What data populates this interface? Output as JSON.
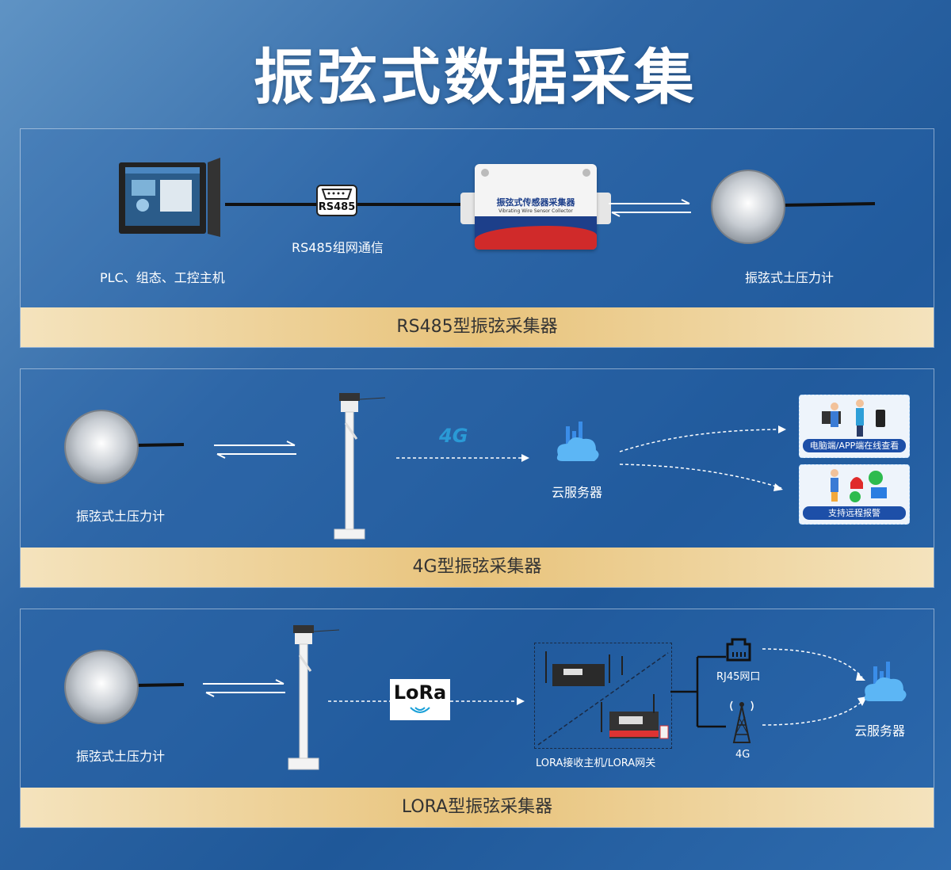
{
  "title": "振弦式数据采集",
  "panel1": {
    "footer": "RS485型振弦采集器",
    "host_label": "PLC、组态、工控主机",
    "rs485_badge": "RS485",
    "comm_label": "RS485组网通信",
    "collector_title": "振弦式传感器采集器",
    "collector_subtitle": "Vibrating Wire Sensor Collector",
    "sensor_label": "振弦式土压力计"
  },
  "panel2": {
    "footer": "4G型振弦采集器",
    "sensor_label": "振弦式土压力计",
    "badge_4g": "4G",
    "cloud_label": "云服务器",
    "view_label": "电脑端/APP端在线查看",
    "alarm_label": "支持远程报警"
  },
  "panel3": {
    "footer": "LORA型振弦采集器",
    "sensor_label": "振弦式土压力计",
    "lora_badge": "LoRa",
    "gateway_label": "LORA接收主机/LORA网关",
    "rj45_label": "RJ45网口",
    "label_4g": "4G",
    "cloud_label": "云服务器"
  },
  "colors": {
    "gold": "#e8c37b",
    "cloud_blue": "#3a8de8",
    "label_blue": "#1d4fa8"
  },
  "icons": [
    "touch-panel-icon",
    "serial-port-icon",
    "collector-box-icon",
    "pressure-sensor-icon",
    "solar-pole-icon",
    "cloud-server-icon",
    "rj45-icon",
    "antenna-tower-icon",
    "gateway-icon"
  ]
}
